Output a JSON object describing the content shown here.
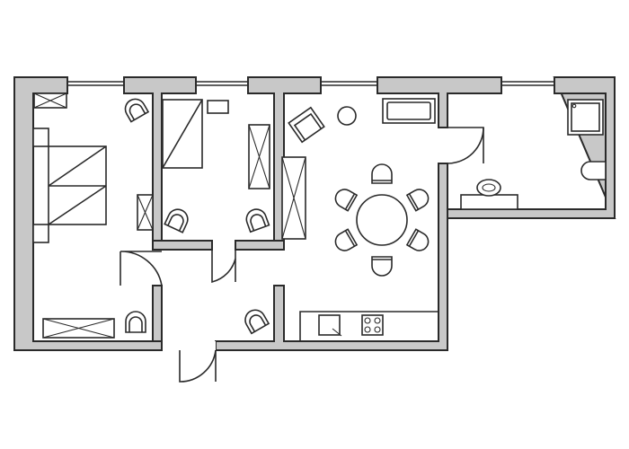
{
  "plan": {
    "colors": {
      "wall_fill": "#c8c8c8",
      "line": "#2a2a2a",
      "background": "#ffffff"
    },
    "rooms": [
      "bedroom-left",
      "bedroom-middle",
      "hall",
      "living-dining-kitchen",
      "bathroom"
    ],
    "furniture_icons": [
      "double-bed-icon",
      "armchair-icon",
      "wardrobe-icon",
      "table-icon",
      "round-dining-table-icon",
      "chair-icon",
      "bathtub-icon",
      "shower-icon",
      "sink-icon",
      "toilet-icon",
      "stove-icon",
      "kitchen-sink-icon",
      "door-swing-icon"
    ]
  }
}
